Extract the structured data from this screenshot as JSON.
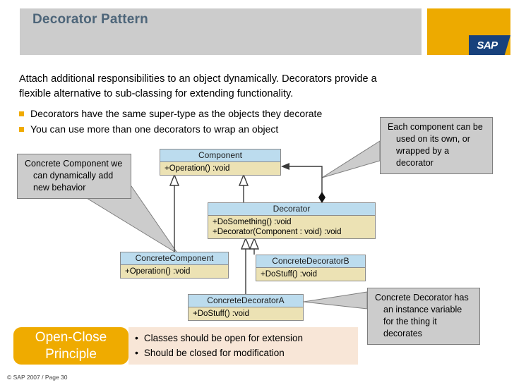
{
  "header": {
    "title": "Decorator Pattern",
    "logo_text": "SAP"
  },
  "intro": "Attach additional responsibilities to an object dynamically. Decorators provide a flexible alternative to sub-classing for extending functionality.",
  "bullets": [
    "Decorators have the same super-type as the objects they  decorate",
    "You can use more than one decorators to wrap an object"
  ],
  "diagram": {
    "classes": [
      {
        "name": "Component",
        "operations": [
          "+Operation() :void"
        ]
      },
      {
        "name": "Decorator",
        "operations": [
          "+DoSomething() :void",
          "+Decorator(Component : void) :void"
        ]
      },
      {
        "name": "ConcreteComponent",
        "operations": [
          "+Operation() :void"
        ]
      },
      {
        "name": "ConcreteDecoratorB",
        "operations": [
          "+DoStuff() :void"
        ]
      },
      {
        "name": "ConcreteDecoratorA",
        "operations": [
          "+DoStuff() :void"
        ]
      }
    ],
    "callouts": [
      {
        "id": "concrete-component",
        "text": "Concrete Component we can dynamically add new behavior"
      },
      {
        "id": "each-component",
        "text": "Each component can be used on its own, or wrapped by a decorator"
      },
      {
        "id": "concrete-decorator",
        "text": "Concrete Decorator has an instance variable for the thing it decorates"
      }
    ]
  },
  "principle": {
    "title": "Open-Close Principle",
    "points": [
      "Classes should be open for extension",
      "Should be closed for modification"
    ],
    "bullet_glyph": "•"
  },
  "footer": "© SAP 2007 / Page 30",
  "colors": {
    "brand_orange": "#efab00",
    "header_gray": "#cccccc",
    "title_blue": "#4d6579",
    "uml_header": "#bcdcee",
    "uml_body": "#ece2b4",
    "callout_gray": "#cccccc",
    "panel_peach": "#f8e6d7",
    "logo_blue": "#17417c"
  }
}
